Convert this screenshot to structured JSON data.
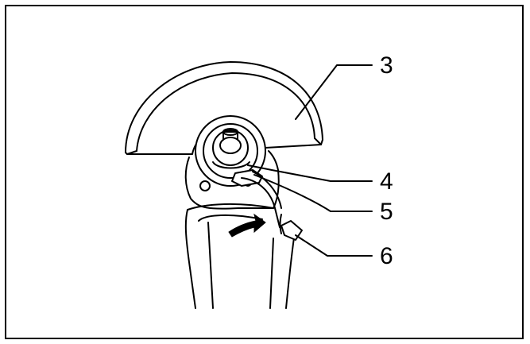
{
  "figure": {
    "callouts": [
      {
        "id": "wheel-guard",
        "label": "3"
      },
      {
        "id": "part-4",
        "label": "4"
      },
      {
        "id": "part-5",
        "label": "5"
      },
      {
        "id": "part-6",
        "label": "6"
      }
    ],
    "rotation_arrow": "curved-arrow",
    "colors": {
      "line": "#000000",
      "background": "#ffffff"
    }
  }
}
